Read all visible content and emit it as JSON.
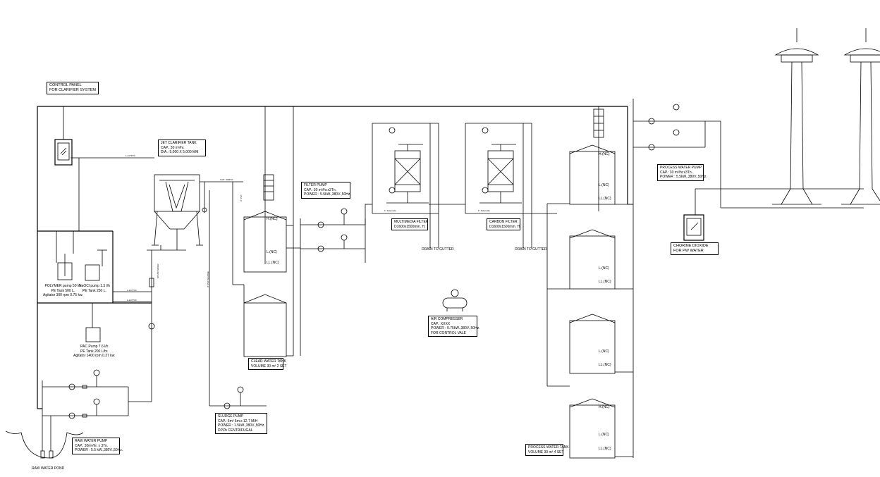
{
  "labels": {
    "control_panel": [
      "CONTROL PANEL",
      "FOR CLARIFIER SYSTEM"
    ],
    "jet_clarifier": [
      "JET CLARIFIER TANK",
      "CAP.: 30 m³/hr.",
      "DIA.: 5,000 X 5,000 MM"
    ],
    "filter_pump": [
      "FILTER PUMP",
      "CAP.: 30 m³/hr.x2Tn.",
      "POWER : 5.5kW.,380V.,50Hz."
    ],
    "multimedia_filter": [
      "MULTIMEDIA FILTER",
      "D1600x1500mm. H."
    ],
    "carbon_filter": [
      "CARBON FILTER",
      "D1600x1500mm. H."
    ],
    "process_water_pump": [
      "PROCESS WATER PUMP",
      "CAP.: 30 m³/hr.x3Tn.",
      "POWER : 5.5kW.,380V.,50Hz."
    ],
    "chlorine_dioxide": [
      "CHORINE DIOXIDE",
      "FOR PW WATER"
    ],
    "polymer": [
      "POLYMER pump 50 l/h",
      "PE Tank 500 L.",
      "Agitator 300 rpm 0.75 kw."
    ],
    "naocl": [
      "NaOCl pump 1.5 l/h",
      "PE Tank 250 L."
    ],
    "pac": [
      "PAC Pump 7.6 l/h",
      "PE Tank 200 L/hr.",
      "Agitator 1400 rpm 0.37 kw."
    ],
    "clear_water_tank": [
      "CLEAR WATER TANK",
      "VOLUME 30 m³ 2 SET"
    ],
    "air_compressor": [
      "AIR COMPRESSER",
      "CAP.: XXXX",
      "POWER : 0.75kW.,380V.,50Hz.",
      "FOR CONTROL VALE"
    ],
    "sludge_pump": [
      "SLUDGE PUMP",
      "CAP.: 6m³ 6m.x 12.7 M/H",
      "POWER : 1.5kW.,380V.,50Hz.",
      "DPZh CENTRIFUGAL"
    ],
    "raw_water_pump": [
      "RAW WATER PUMP",
      "CAP.: 30m³/hr. x 3Tn.",
      "POWER : 5.5 kW.,380V.,50Hz."
    ],
    "raw_water_pond": "RAW WATER POND",
    "process_water_tank": [
      "PROCESS WATER TANK",
      "VOLUME 30 m³ 4 SET"
    ],
    "drain1": "DRAIN TO GUTTER",
    "drain2": "DRAIN TO GUTTER",
    "cap_line": "CAP.: 30M³/hr",
    "pipe_ps1": "1-1/2\"PVC",
    "pipe_ps2": "1-1/2\"PVC",
    "pipe_ps3": "1-1/2\"PVC",
    "pipe_cs1": "1\" Solenoide",
    "pipe_cs2": "1\" Solenoide",
    "static_mixer": "STATIC MIXER",
    "pipe_sludge": "3\" PVC SLUDGE",
    "pipe_clear": "3\" PVC",
    "hl1": "H.(NC)",
    "ll1": "L.(NC)",
    "ll1b": "LL.(NC)",
    "pwt_h1": "H.(NC)",
    "pwt_l1": "L.(NC)",
    "pwt_ll1": "LL.(NC)",
    "pwt_l2": "L.(NC)",
    "pwt_ll2": "LL.(NC)",
    "pwt_l3": "L.(NC)",
    "pwt_ll3": "LL.(NC)",
    "pwt_h4": "H.(NC)",
    "pwt_l4": "L.(NC)",
    "pwt_ll4": "LL.(NC)"
  }
}
